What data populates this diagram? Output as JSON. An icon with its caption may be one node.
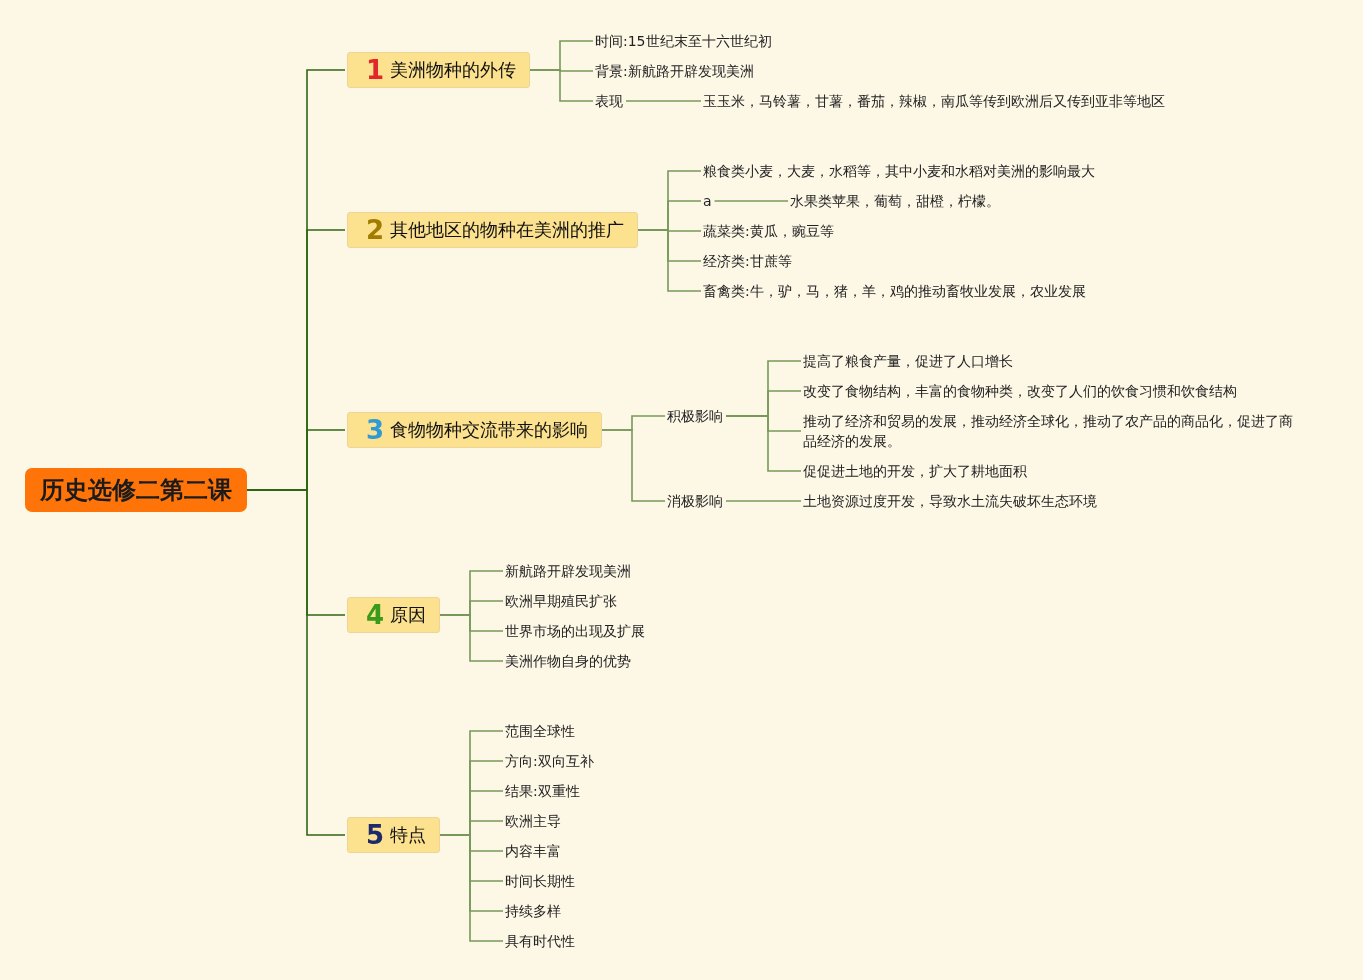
{
  "diagram": {
    "nodes": [
      {
        "text": [
          "历史选修二第二课"
        ]
      },
      {
        "text": [
          "1",
          "美洲物种的外传"
        ]
      },
      {
        "text": [
          "时间:15世纪末至十六世纪初"
        ]
      },
      {
        "text": [
          "背景:新航路开辟发现美洲"
        ]
      },
      {
        "text": [
          "表现"
        ]
      },
      {
        "text": [
          "玉玉米，马铃薯，甘薯，番茄，辣椒，南瓜等传到欧洲后又传到亚非等地区"
        ]
      },
      {
        "text": [
          "2",
          "其他地区的物种在美洲的推广"
        ]
      },
      {
        "text": [
          "粮食类小麦，大麦，水稻等，其中小麦和水稻对美洲的影响最大"
        ]
      },
      {
        "text": [
          "a"
        ]
      },
      {
        "text": [
          "水果类苹果，葡萄，甜橙，柠檬。"
        ]
      },
      {
        "text": [
          "蔬菜类:黄瓜，豌豆等"
        ]
      },
      {
        "text": [
          "经济类:甘蔗等"
        ]
      },
      {
        "text": [
          "畜禽类:牛，驴，马，猪，羊，鸡的推动畜牧业发展，农业发展"
        ]
      },
      {
        "text": [
          "3",
          "食物物种交流带来的影响"
        ]
      },
      {
        "text": [
          "积极影响"
        ]
      },
      {
        "text": [
          "提高了粮食产量，促进了人口增长"
        ]
      },
      {
        "text": [
          "改变了食物结构，丰富的食物种类，改变了人们的饮食习惯和饮食结构"
        ]
      },
      {
        "text": [
          "推动了经济和贸易的发展，推动经济全球化，推动了农产品的商品化，促进了商品经济的发展。"
        ]
      },
      {
        "text": [
          "促促进土地的开发，扩大了耕地面积"
        ]
      },
      {
        "text": [
          "消极影响"
        ]
      },
      {
        "text": [
          "土地资源过度开发，导致水土流失破坏生态环境"
        ]
      },
      {
        "text": [
          "4",
          "原因"
        ]
      },
      {
        "text": [
          "新航路开辟发现美洲"
        ]
      },
      {
        "text": [
          "欧洲早期殖民扩张"
        ]
      },
      {
        "text": [
          "世界市场的出现及扩展"
        ]
      },
      {
        "text": [
          "美洲作物自身的优势"
        ]
      },
      {
        "text": [
          "5",
          "特点"
        ]
      },
      {
        "text": [
          "范围全球性"
        ]
      },
      {
        "text": [
          "方向:双向互补"
        ]
      },
      {
        "text": [
          "结果:双重性"
        ]
      },
      {
        "text": [
          "欧洲主导"
        ]
      },
      {
        "text": [
          "内容丰富"
        ]
      },
      {
        "text": [
          "时间长期性"
        ]
      },
      {
        "text": [
          "持续多样"
        ]
      },
      {
        "text": [
          "具有时代性"
        ]
      }
    ],
    "edges": [
      {
        "from": 0,
        "to": 1,
        "arrow": "none",
        "color": "#2f6614"
      },
      {
        "from": 0,
        "to": 6,
        "arrow": "none",
        "color": "#2f6614"
      },
      {
        "from": 0,
        "to": 13,
        "arrow": "none",
        "color": "#2f6614"
      },
      {
        "from": 0,
        "to": 21,
        "arrow": "none",
        "color": "#2f6614"
      },
      {
        "from": 0,
        "to": 26,
        "arrow": "none",
        "color": "#2f6614"
      },
      {
        "from": 1,
        "to": 2,
        "arrow": "none"
      },
      {
        "from": 1,
        "to": 3,
        "arrow": "none"
      },
      {
        "from": 1,
        "to": 4,
        "arrow": "none"
      },
      {
        "from": 4,
        "to": 5,
        "arrow": "none"
      },
      {
        "from": 6,
        "to": 7,
        "arrow": "none"
      },
      {
        "from": 6,
        "to": 8,
        "arrow": "none"
      },
      {
        "from": 8,
        "to": 9,
        "arrow": "none"
      },
      {
        "from": 6,
        "to": 10,
        "arrow": "none"
      },
      {
        "from": 6,
        "to": 11,
        "arrow": "none"
      },
      {
        "from": 6,
        "to": 12,
        "arrow": "none"
      },
      {
        "from": 13,
        "to": 14,
        "arrow": "none"
      },
      {
        "from": 13,
        "to": 19,
        "arrow": "none"
      },
      {
        "from": 14,
        "to": 15,
        "arrow": "none"
      },
      {
        "from": 14,
        "to": 16,
        "arrow": "none"
      },
      {
        "from": 14,
        "to": 17,
        "arrow": "none"
      },
      {
        "from": 14,
        "to": 18,
        "arrow": "none"
      },
      {
        "from": 19,
        "to": 20,
        "arrow": "none"
      },
      {
        "from": 21,
        "to": 22,
        "arrow": "none"
      },
      {
        "from": 21,
        "to": 23,
        "arrow": "none"
      },
      {
        "from": 21,
        "to": 24,
        "arrow": "none"
      },
      {
        "from": 21,
        "to": 25,
        "arrow": "none"
      },
      {
        "from": 26,
        "to": 27,
        "arrow": "none"
      },
      {
        "from": 26,
        "to": 28,
        "arrow": "none"
      },
      {
        "from": 26,
        "to": 29,
        "arrow": "none"
      },
      {
        "from": 26,
        "to": 30,
        "arrow": "none"
      },
      {
        "from": 26,
        "to": 31,
        "arrow": "none"
      },
      {
        "from": 26,
        "to": 32,
        "arrow": "none"
      },
      {
        "from": 26,
        "to": 33,
        "arrow": "none"
      },
      {
        "from": 26,
        "to": 34,
        "arrow": "none"
      }
    ]
  }
}
